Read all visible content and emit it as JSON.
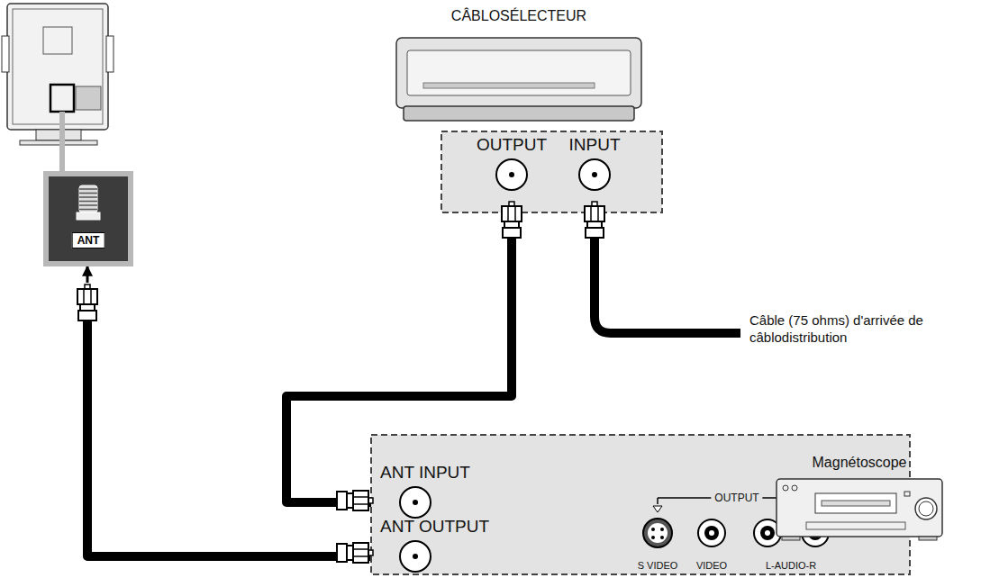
{
  "diagram": {
    "nodes": [
      {
        "text": [
          "ANT"
        ]
      },
      {
        "text": [
          "CÂBLOSÉLECTEUR"
        ]
      },
      {
        "text": [
          "OUTPUT"
        ]
      },
      {
        "text": [
          "INPUT"
        ]
      },
      {
        "text": [
          "ANT INPUT"
        ]
      },
      {
        "text": [
          "ANT OUTPUT"
        ]
      },
      {
        "text": [
          "Magnétoscope"
        ]
      }
    ],
    "edges": [
      {
        "from": 2,
        "to": 4,
        "arrow": "none"
      },
      {
        "from": 5,
        "to": 0,
        "arrow": "to"
      }
    ],
    "labels": [
      "OUTPUT",
      "S VIDEO",
      "VIDEO",
      "L-AUDIO-R",
      "Câble (75 ohms) d'arrivée de câblodistribution"
    ]
  }
}
